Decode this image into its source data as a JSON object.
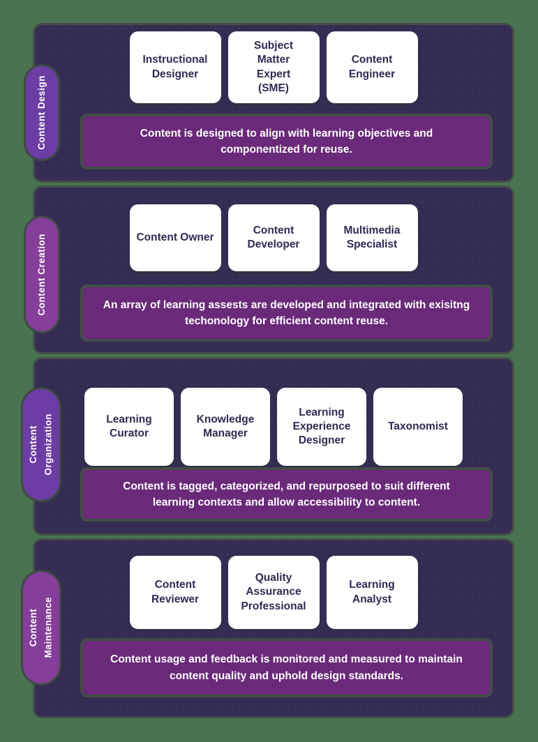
{
  "title": "Content lifecycle roles and stages",
  "colors": {
    "background": "#4A7351",
    "panel": "#342C52",
    "outline": "#434E49",
    "banner": "#6A2979",
    "pill_violet": "#6C3DA4",
    "pill_plum": "#853E99",
    "card_text": "#2F2A52",
    "card_bg": "#FFFFFF"
  },
  "sections": [
    {
      "id": "content-design",
      "label": "Content Design",
      "label_lines": [
        "Content Design"
      ],
      "pill_color": "#6C3DA4",
      "roles": [
        "Instructional Designer",
        "Subject Matter Expert (SME)",
        "Content Engineer"
      ],
      "description": "Content is designed to align with learning objectives and componentized for reuse."
    },
    {
      "id": "content-creation",
      "label": "Content Creation",
      "label_lines": [
        "Content Creation"
      ],
      "pill_color": "#853E99",
      "roles": [
        "Content Owner",
        "Content Developer",
        "Multimedia Specialist"
      ],
      "description": "An array of learning assests are developed and integrated with exisitng techonology for efficient content reuse."
    },
    {
      "id": "content-organization",
      "label": "Content Organization",
      "label_lines": [
        "Content",
        "Organization"
      ],
      "pill_color": "#6C3DA4",
      "roles": [
        "Learning Curator",
        "Knowledge Manager",
        "Learning Experience Designer",
        "Taxonomist"
      ],
      "description": "Content is tagged, categorized, and repurposed to suit different learning contexts and allow accessibility to content."
    },
    {
      "id": "content-maintenance",
      "label": "Content Maintenance",
      "label_lines": [
        "Content",
        "Maintenance"
      ],
      "pill_color": "#853E99",
      "roles": [
        "Content Reviewer",
        "Quality Assurance Professional",
        "Learning Analyst"
      ],
      "description": "Content usage and feedback is monitored and measured to maintain content quality and uphold design standards."
    }
  ]
}
